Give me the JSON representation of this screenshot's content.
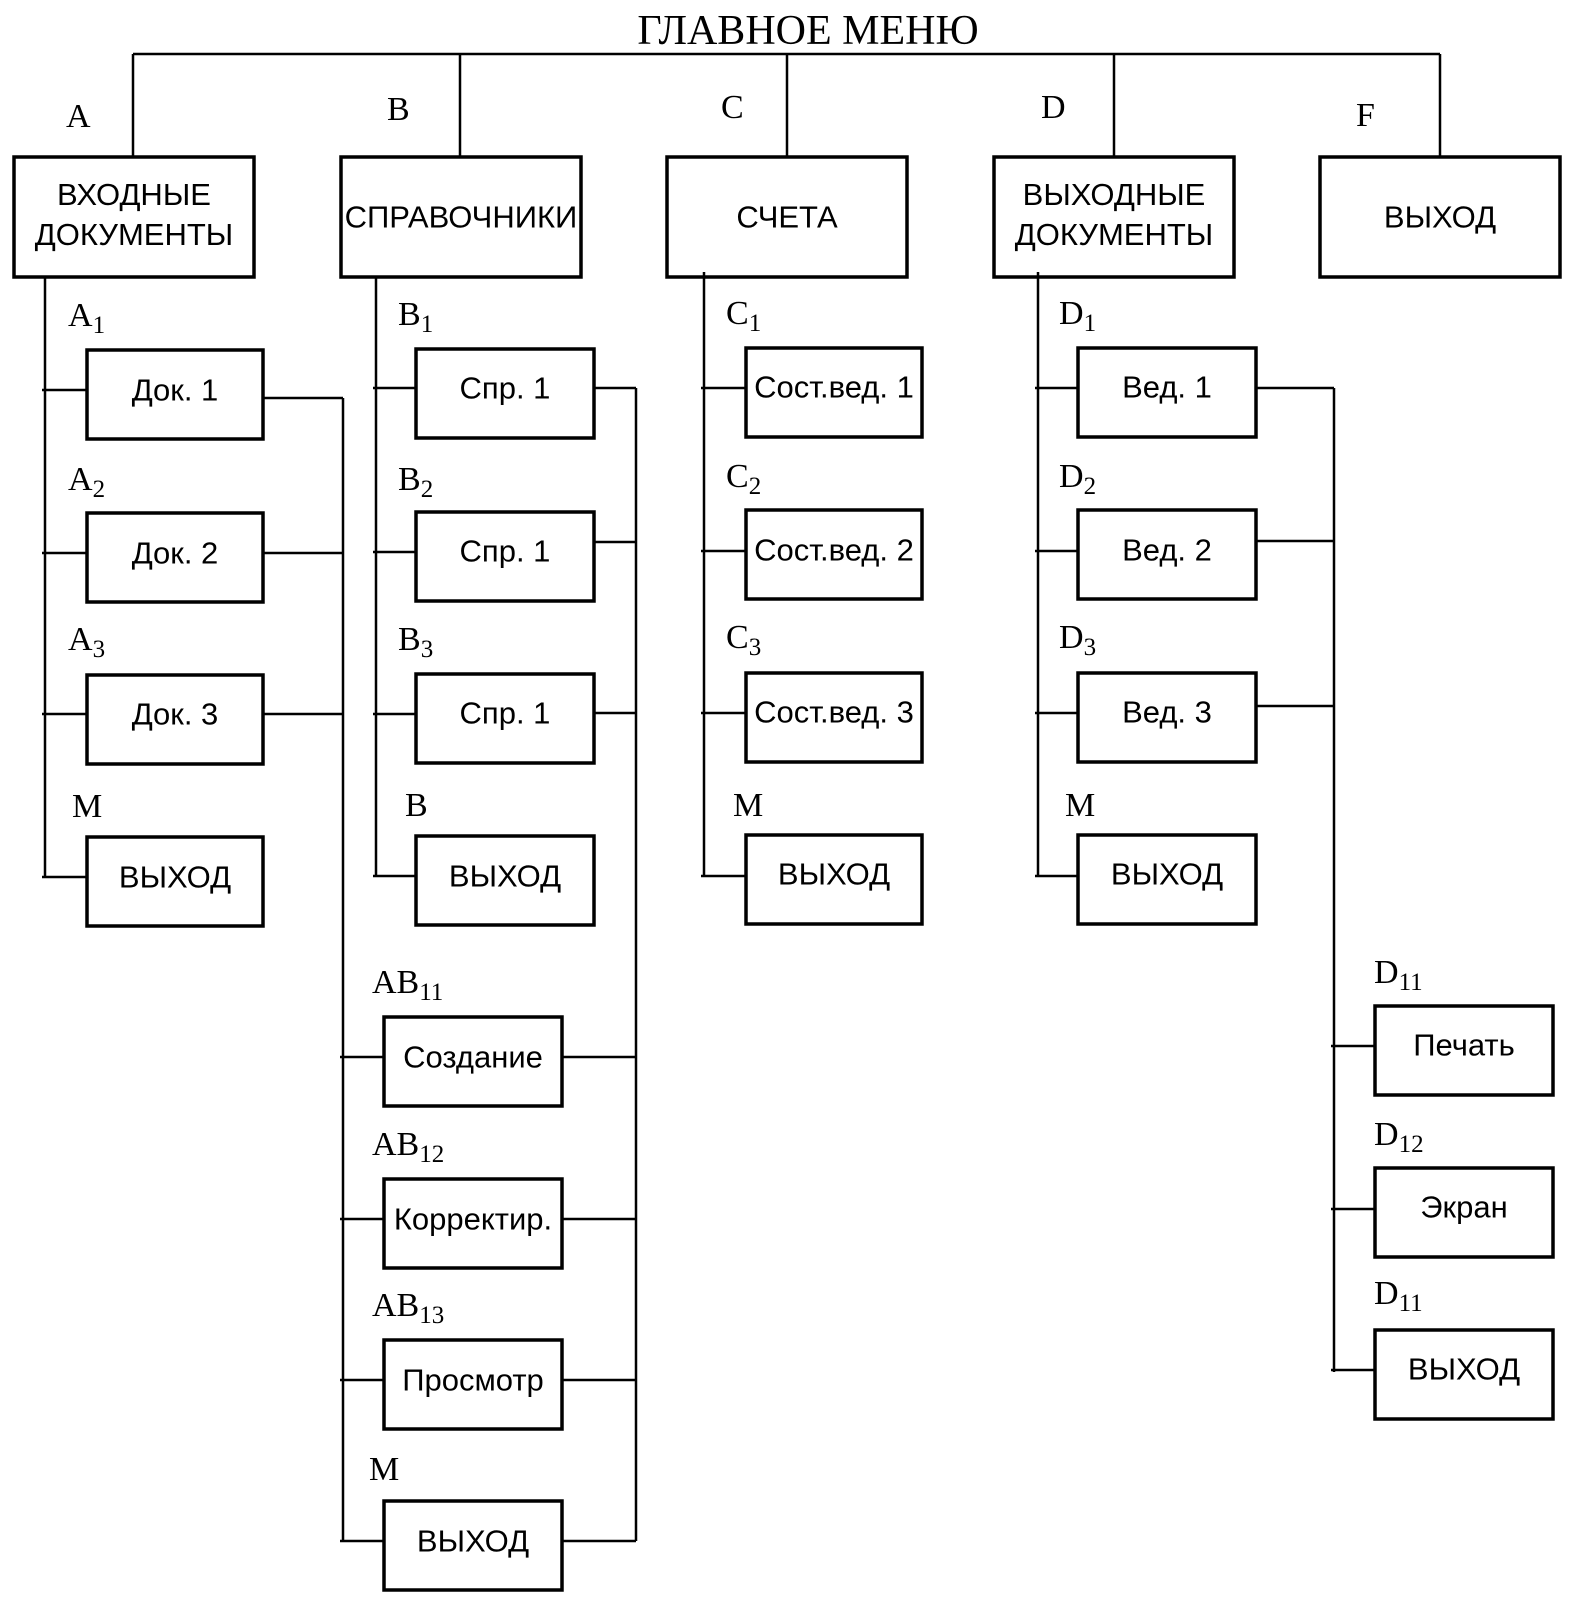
{
  "title": "ГЛАВНОЕ МЕНЮ",
  "top_menu": [
    {
      "letter": "A",
      "lines": [
        "ВХОДНЫЕ",
        "ДОКУМЕНТЫ"
      ]
    },
    {
      "letter": "B",
      "lines": [
        "СПРАВОЧНИКИ"
      ]
    },
    {
      "letter": "C",
      "lines": [
        "СЧЕТА"
      ]
    },
    {
      "letter": "D",
      "lines": [
        "ВЫХОДНЫЕ",
        "ДОКУМЕНТЫ"
      ]
    },
    {
      "letter": "F",
      "lines": [
        "ВЫХОД"
      ]
    }
  ],
  "submenus": {
    "A": [
      {
        "code": "A",
        "sub": "1",
        "label": "Док. 1"
      },
      {
        "code": "A",
        "sub": "2",
        "label": "Док. 2"
      },
      {
        "code": "A",
        "sub": "3",
        "label": "Док. 3"
      },
      {
        "code": "M",
        "sub": "",
        "label": "ВЫХОД"
      }
    ],
    "B": [
      {
        "code": "B",
        "sub": "1",
        "label": "Спр. 1"
      },
      {
        "code": "B",
        "sub": "2",
        "label": "Спр. 1"
      },
      {
        "code": "B",
        "sub": "3",
        "label": "Спр. 1"
      },
      {
        "code": "B",
        "sub": "",
        "label": "ВЫХОД"
      }
    ],
    "C": [
      {
        "code": "C",
        "sub": "1",
        "label": "Сост.вед. 1"
      },
      {
        "code": "C",
        "sub": "2",
        "label": "Сост.вед. 2"
      },
      {
        "code": "C",
        "sub": "3",
        "label": "Сост.вед. 3"
      },
      {
        "code": "M",
        "sub": "",
        "label": "ВЫХОД"
      }
    ],
    "D": [
      {
        "code": "D",
        "sub": "1",
        "label": "Вед. 1"
      },
      {
        "code": "D",
        "sub": "2",
        "label": "Вед. 2"
      },
      {
        "code": "D",
        "sub": "3",
        "label": "Вед. 3"
      },
      {
        "code": "M",
        "sub": "",
        "label": "ВЫХОД"
      }
    ],
    "AB": [
      {
        "code": "AB",
        "sub": "11",
        "label": "Создание"
      },
      {
        "code": "AB",
        "sub": "12",
        "label": "Корректир."
      },
      {
        "code": "AB",
        "sub": "13",
        "label": "Просмотр"
      },
      {
        "code": "M",
        "sub": "",
        "label": "ВЫХОД"
      }
    ],
    "D1": [
      {
        "code": "D",
        "sub": "11",
        "label": "Печать"
      },
      {
        "code": "D",
        "sub": "12",
        "label": "Экран"
      },
      {
        "code": "D",
        "sub": "11",
        "label": "ВЫХОД"
      }
    ]
  }
}
